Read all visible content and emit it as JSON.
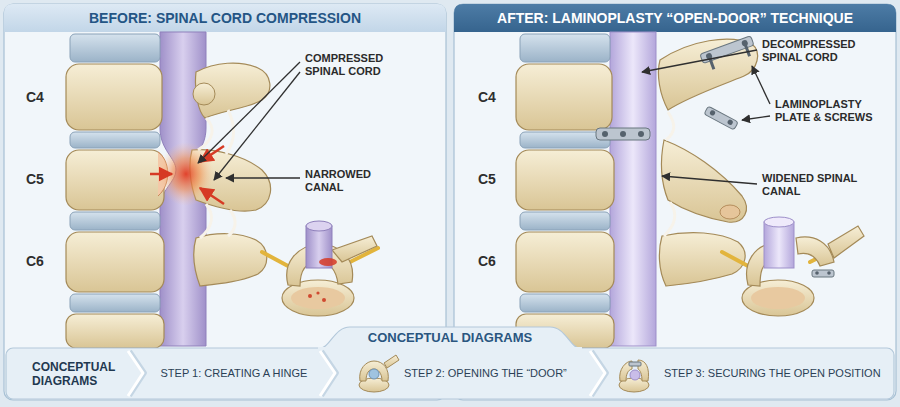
{
  "diagram": {
    "nodes": [
      {
        "text": [
          "BEFORE: SPINAL CORD COMPRESSION"
        ]
      },
      {
        "text": [
          "AFTER: LAMINOPLASTY “OPEN-DOOR” TECHNIQUE"
        ]
      },
      {
        "text": [
          "CONCEPTUAL DIAGRAMS"
        ]
      },
      {
        "text": [
          "CONCEPTUAL DIAGRAMS"
        ],
        "in": 2
      },
      {
        "text": [
          "STEP 1: CREATING A HINGE"
        ],
        "in": 2
      },
      {
        "text": [
          "STEP 2: OPENING THE “DOOR”"
        ],
        "in": 2
      },
      {
        "text": [
          "STEP 3: SECURING THE OPEN POSITION"
        ],
        "in": 2
      }
    ],
    "labels": [
      "C4",
      "C5",
      "C6",
      "COMPRESSED SPINAL CORD",
      "NARROWED CANAL",
      "C4",
      "C5",
      "C6",
      "DECOMPRESSED SPINAL CORD",
      "LAMINOPLASTY PLATE & SCREWS",
      "WIDENED SPINAL CANAL"
    ]
  }
}
